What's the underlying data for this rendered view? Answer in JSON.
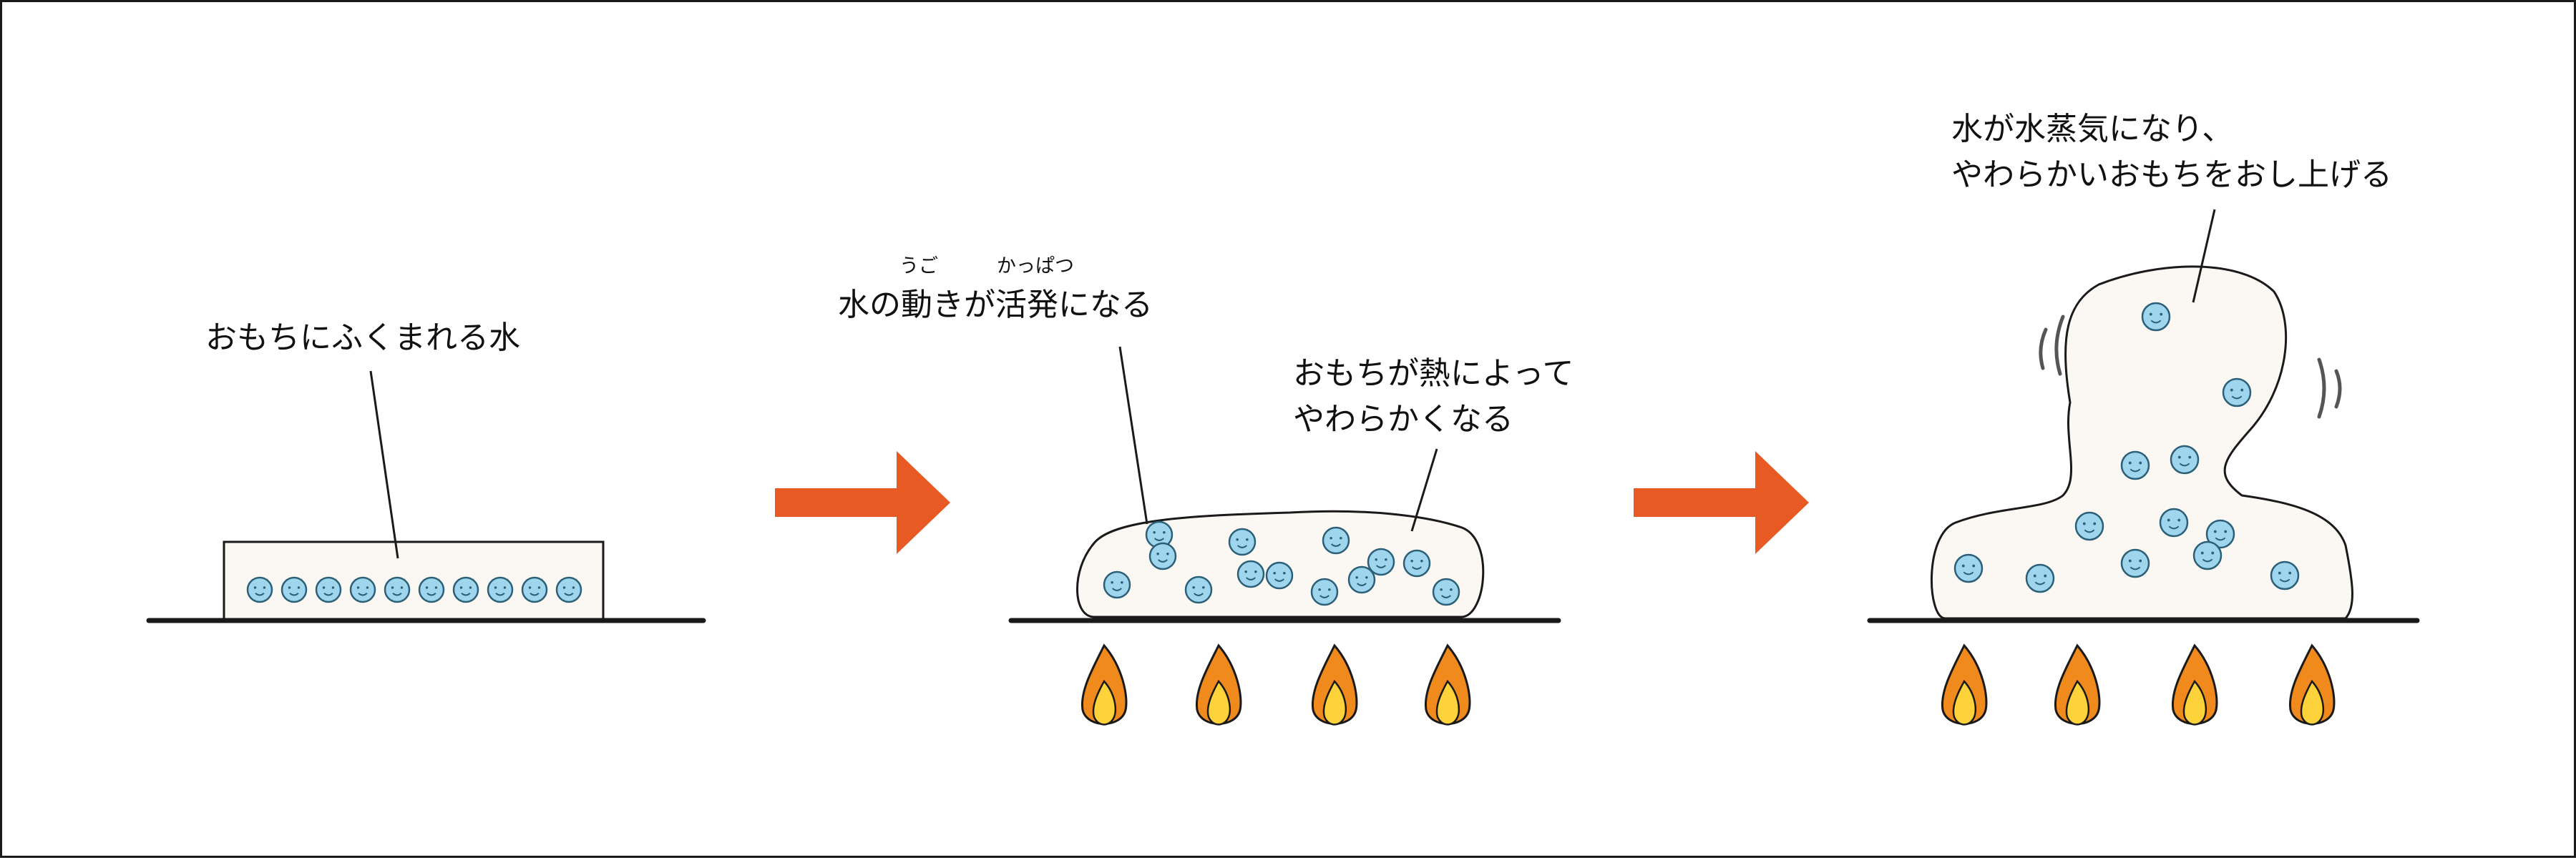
{
  "colors": {
    "line": "#1a1a1a",
    "mochi_fill": "#fbf7f2",
    "droplet_fill": "#9fd6ee",
    "droplet_stroke": "#2c5f78",
    "arrow": "#e85a24",
    "flame_outer": "#f08a1c",
    "flame_inner": "#fdd23a",
    "page_background": "#ffffff"
  },
  "icons": {
    "arrow": "right-arrow-icon",
    "flame": "flame-icon",
    "droplet": "water-droplet-icon",
    "vibration": "vibration-marks-icon"
  },
  "stage1": {
    "label": "おもちにふくまれる水",
    "droplet_count": 10
  },
  "stage2": {
    "water_label": "水の動きが活発になる",
    "ruby_ugo": "うご",
    "ruby_kappatsu": "かっぱつ",
    "mochi_label_lines": [
      "おもちが熱によって",
      "やわらかくなる"
    ],
    "droplet_count": 13,
    "flame_count": 4
  },
  "stage3": {
    "label_lines": [
      "水が水蒸気になり、",
      "やわらかいおもちをおし上げる"
    ],
    "droplet_count": 12,
    "flame_count": 4
  }
}
